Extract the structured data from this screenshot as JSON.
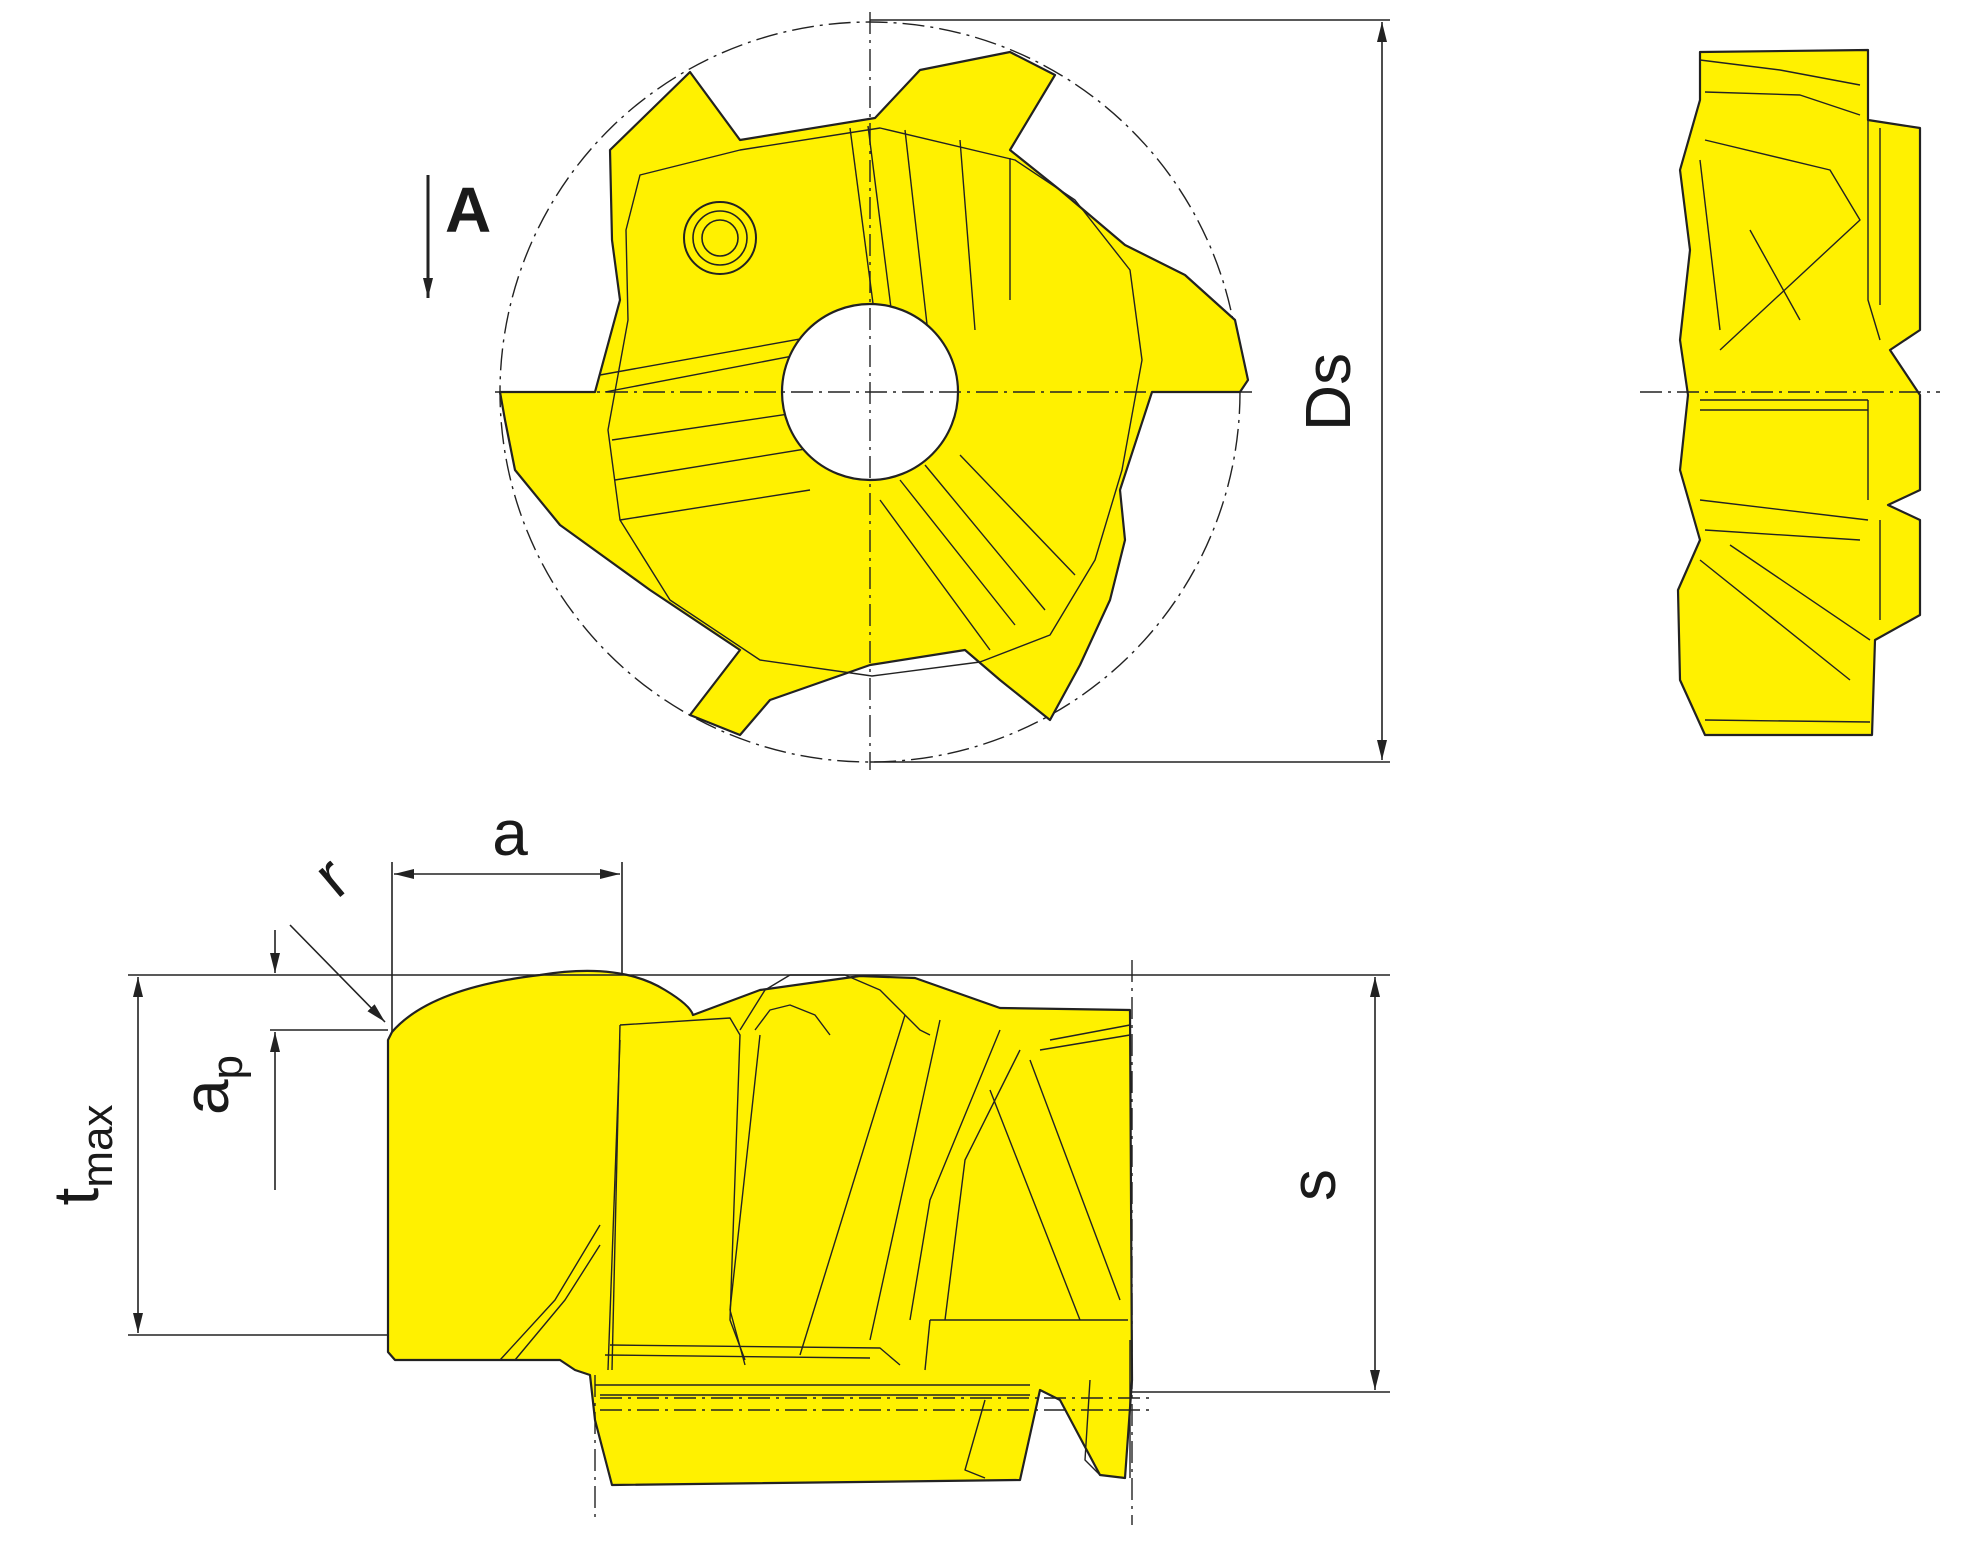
{
  "labels": {
    "view_arrow": "A",
    "outer_diameter": "Ds",
    "width": "a",
    "corner_radius": "r",
    "max_depth_main": "t",
    "max_depth_sub": "max",
    "depth_of_cut_main": "a",
    "depth_of_cut_sub": "p",
    "thickness": "s"
  },
  "colors": {
    "insert_fill": "#FFF100",
    "line": "#222222"
  }
}
